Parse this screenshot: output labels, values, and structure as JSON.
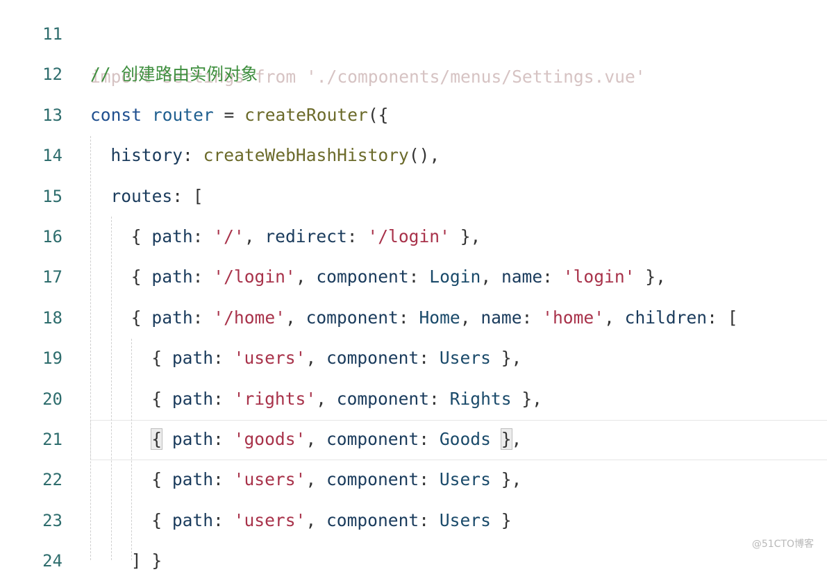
{
  "editor": {
    "top_partial_line": "import Settings from './components/menus/Settings.vue'",
    "bottom_partial_line": "] }",
    "lines": [
      {
        "num": "11",
        "code": ""
      },
      {
        "num": "12",
        "code": "// 创建路由实例对象"
      },
      {
        "num": "13",
        "code": "const router = createRouter({"
      },
      {
        "num": "14",
        "code": "  history: createWebHashHistory(),"
      },
      {
        "num": "15",
        "code": "  routes: ["
      },
      {
        "num": "16",
        "code": "    { path: '/', redirect: '/login' },"
      },
      {
        "num": "17",
        "code": "    { path: '/login', component: Login, name: 'login' },"
      },
      {
        "num": "18",
        "code": "    { path: '/home', component: Home, name: 'home', children: ["
      },
      {
        "num": "19",
        "code": "      { path: 'users', component: Users },"
      },
      {
        "num": "20",
        "code": "      { path: 'rights', component: Rights },"
      },
      {
        "num": "21",
        "code": "      { path: 'goods', component: Goods },"
      },
      {
        "num": "22",
        "code": "      { path: 'users', component: Users },"
      },
      {
        "num": "23",
        "code": "      { path: 'users', component: Users }"
      },
      {
        "num": "24",
        "code": "    ] }"
      }
    ],
    "active_line": "21"
  },
  "watermark": "@51CTO博客",
  "colors": {
    "line_number": "#2e6d6d",
    "comment": "#3f8f3f",
    "keyword": "#1f4f8f",
    "function": "#6b6a2a",
    "string": "#a8324a"
  }
}
